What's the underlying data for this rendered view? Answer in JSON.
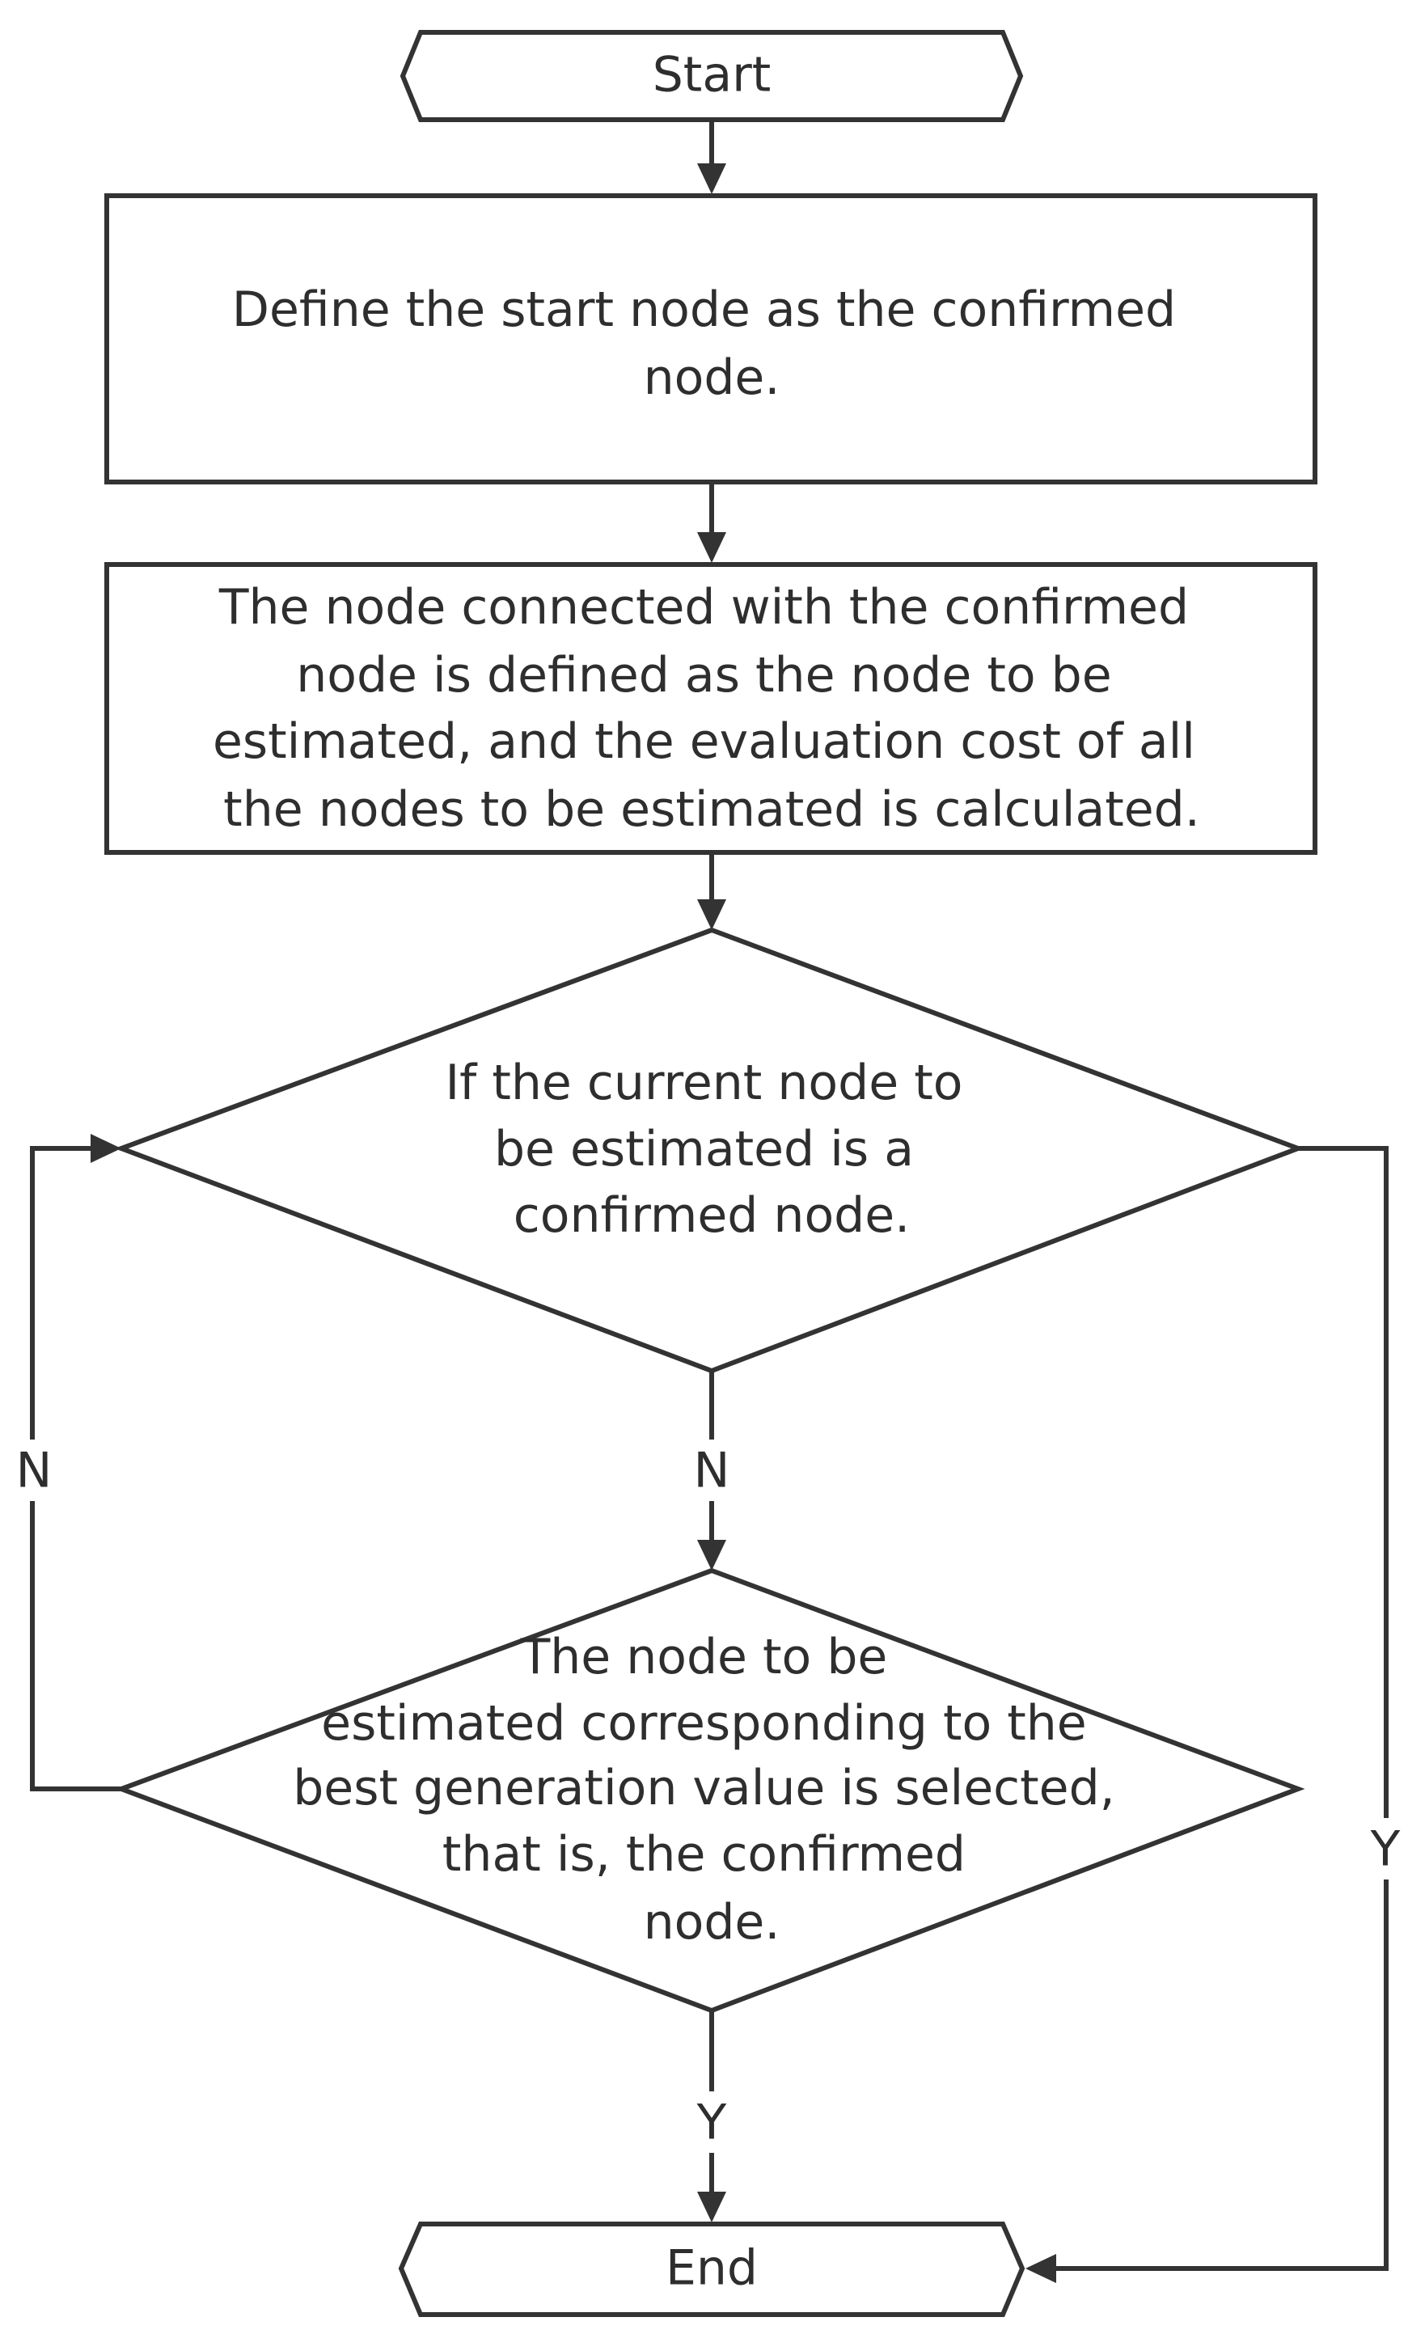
{
  "colors": {
    "stroke": "#333333",
    "text": "#2e2e2e",
    "background": "#ffffff"
  },
  "nodes": {
    "start": {
      "text": "Start"
    },
    "define": {
      "lines": [
        "Define the start node as the confirmed",
        "node."
      ]
    },
    "connected": {
      "lines": [
        "The node connected with the confirmed",
        "node is defined as the node to be",
        "estimated, and the evaluation cost of all",
        "the nodes to be estimated is calculated."
      ]
    },
    "decision_confirmed": {
      "lines": [
        "If the current node to",
        "be estimated is a",
        "confirmed node."
      ]
    },
    "decision_select": {
      "lines": [
        "The node to be",
        "estimated corresponding to the",
        "best generation value is selected,",
        "that is, the confirmed",
        "node."
      ]
    },
    "end": {
      "text": "End"
    }
  },
  "edge_labels": {
    "loop_n": "N",
    "down_n": "N",
    "down_y": "Y",
    "right_y": "Y"
  }
}
